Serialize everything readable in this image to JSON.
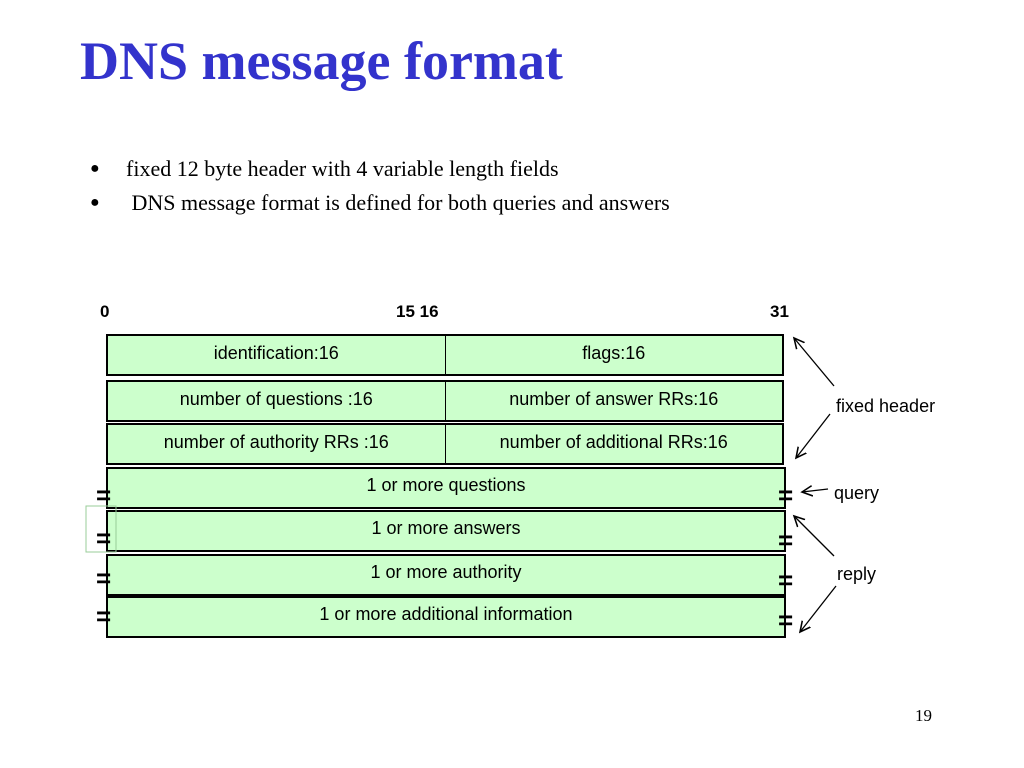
{
  "title": "DNS message format",
  "bullets": [
    "fixed 12 byte header with 4 variable length fields",
    " DNS message format is defined for both queries and answers"
  ],
  "bits": {
    "start": "0",
    "middle": "15 16",
    "end": "31"
  },
  "header_rows": [
    {
      "left": "identification:16",
      "right": "flags:16"
    },
    {
      "left": "number of questions :16",
      "right": "number of answer RRs:16"
    },
    {
      "left": "number of authority RRs :16",
      "right": "number of additional RRs:16"
    }
  ],
  "variable_rows": [
    "1 or more questions",
    "1 or more answers",
    "1 or more authority",
    "1 or more additional information"
  ],
  "annotations": {
    "fixed_header": "fixed header",
    "query": "query",
    "reply": "reply"
  },
  "page_number": "19",
  "colors": {
    "title": "#3333cc",
    "box_fill": "#ccffcc"
  }
}
